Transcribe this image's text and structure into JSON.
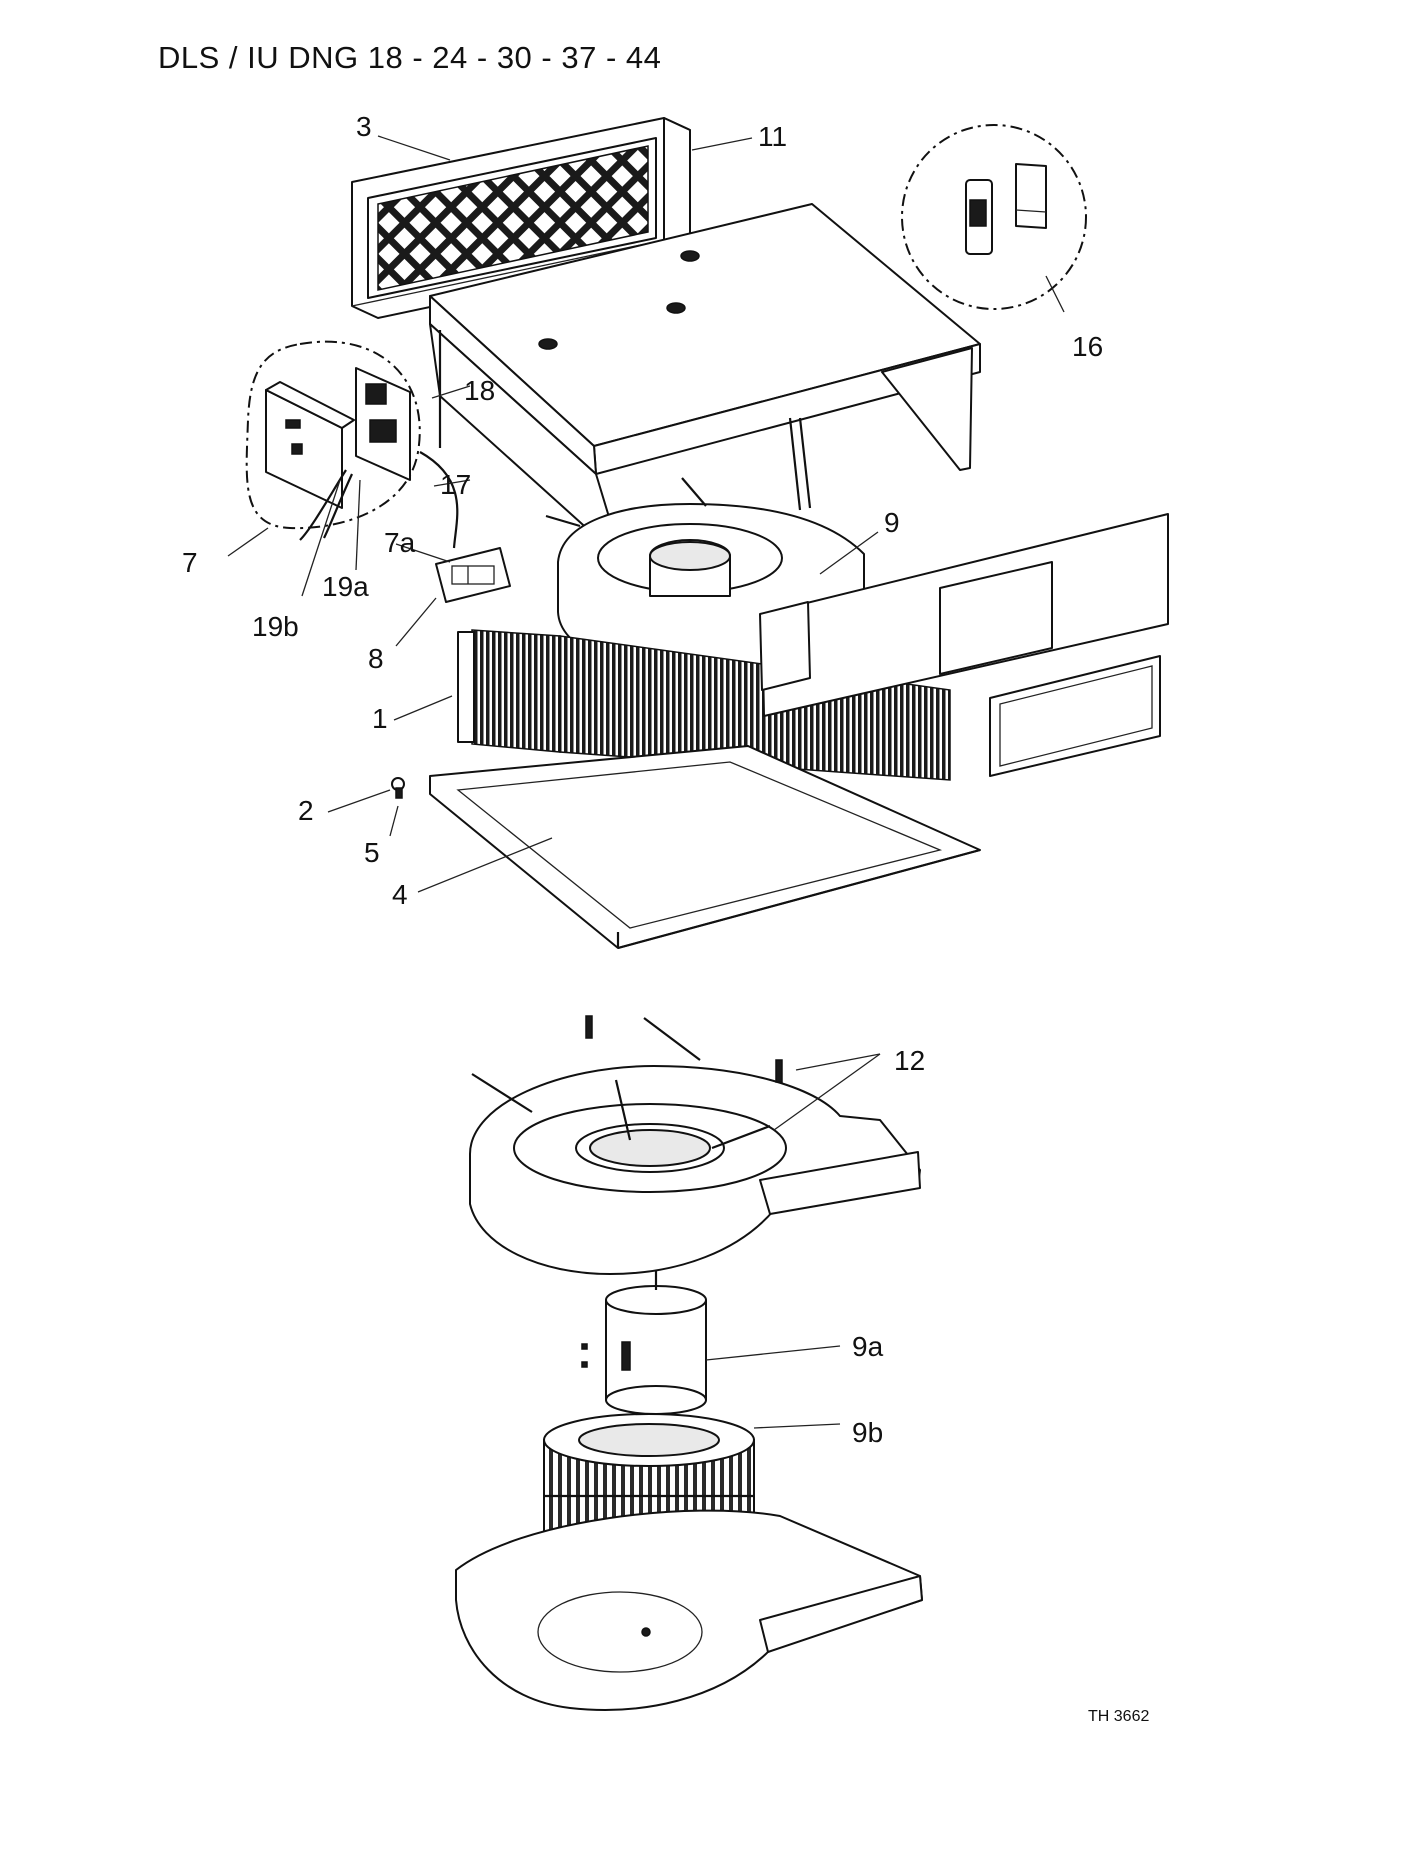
{
  "title": "DLS / IU DNG 18 - 24 - 30 - 37 - 44",
  "drawing_code": "TH 3662",
  "callouts": {
    "c1": "1",
    "c2": "2",
    "c3": "3",
    "c4": "4",
    "c5": "5",
    "c7": "7",
    "c7a": "7a",
    "c8": "8",
    "c9": "9",
    "c9a": "9a",
    "c9b": "9b",
    "c11": "11",
    "c12": "12",
    "c16": "16",
    "c17": "17",
    "c18": "18",
    "c19a": "19a",
    "c19b": "19b"
  }
}
